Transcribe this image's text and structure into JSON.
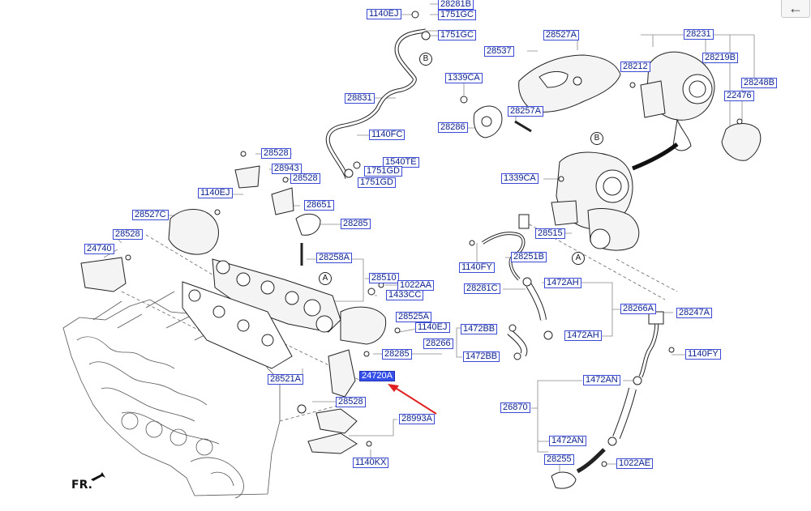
{
  "nav": {
    "back_icon": "←"
  },
  "orientation": "FR.",
  "refs": {
    "a": "A",
    "b": "B"
  },
  "selected_part": "24720A",
  "parts": [
    {
      "id": "p1",
      "code": "28281B"
    },
    {
      "id": "p2",
      "code": "1140EJ"
    },
    {
      "id": "p3",
      "code": "1751GC"
    },
    {
      "id": "p4",
      "code": "1751GC"
    },
    {
      "id": "p5",
      "code": "28527A"
    },
    {
      "id": "p6",
      "code": "28231"
    },
    {
      "id": "p7",
      "code": "28537"
    },
    {
      "id": "p8",
      "code": "28212"
    },
    {
      "id": "p9",
      "code": "28219B"
    },
    {
      "id": "p10",
      "code": "1339CA"
    },
    {
      "id": "p11",
      "code": "28248B"
    },
    {
      "id": "p12",
      "code": "28831"
    },
    {
      "id": "p13",
      "code": "22476"
    },
    {
      "id": "p14",
      "code": "28257A"
    },
    {
      "id": "p15",
      "code": "28286"
    },
    {
      "id": "p16",
      "code": "1140FC"
    },
    {
      "id": "p17",
      "code": "28528"
    },
    {
      "id": "p18",
      "code": "1540TE"
    },
    {
      "id": "p19",
      "code": "28943"
    },
    {
      "id": "p20",
      "code": "1751GD"
    },
    {
      "id": "p21",
      "code": "28528"
    },
    {
      "id": "p22",
      "code": "1751GD"
    },
    {
      "id": "p23",
      "code": "1339CA"
    },
    {
      "id": "p24",
      "code": "1140EJ"
    },
    {
      "id": "p25",
      "code": "28651"
    },
    {
      "id": "p26",
      "code": "28527C"
    },
    {
      "id": "p27",
      "code": "28285"
    },
    {
      "id": "p28",
      "code": "28528"
    },
    {
      "id": "p29",
      "code": "28515"
    },
    {
      "id": "p30",
      "code": "24740"
    },
    {
      "id": "p31",
      "code": "28258A"
    },
    {
      "id": "p32",
      "code": "28251B"
    },
    {
      "id": "p33",
      "code": "1140FY"
    },
    {
      "id": "p34",
      "code": "28510"
    },
    {
      "id": "p35",
      "code": "1022AA"
    },
    {
      "id": "p36",
      "code": "1472AH"
    },
    {
      "id": "p37",
      "code": "28281C"
    },
    {
      "id": "p38",
      "code": "1433CC"
    },
    {
      "id": "p39",
      "code": "28266A"
    },
    {
      "id": "p40",
      "code": "28247A"
    },
    {
      "id": "p41",
      "code": "28525A"
    },
    {
      "id": "p42",
      "code": "1140EJ"
    },
    {
      "id": "p43",
      "code": "1472BB"
    },
    {
      "id": "p44",
      "code": "1472AH"
    },
    {
      "id": "p45",
      "code": "28266"
    },
    {
      "id": "p46",
      "code": "28285"
    },
    {
      "id": "p47",
      "code": "1472BB"
    },
    {
      "id": "p48",
      "code": "1140FY"
    },
    {
      "id": "p49",
      "code": "28521A"
    },
    {
      "id": "p50",
      "code": "24720A"
    },
    {
      "id": "p51",
      "code": "1472AN"
    },
    {
      "id": "p52",
      "code": "28528"
    },
    {
      "id": "p53",
      "code": "26870"
    },
    {
      "id": "p54",
      "code": "28993A"
    },
    {
      "id": "p55",
      "code": "1472AN"
    },
    {
      "id": "p56",
      "code": "28255"
    },
    {
      "id": "p57",
      "code": "1022AE"
    },
    {
      "id": "p58",
      "code": "1140KX"
    }
  ]
}
